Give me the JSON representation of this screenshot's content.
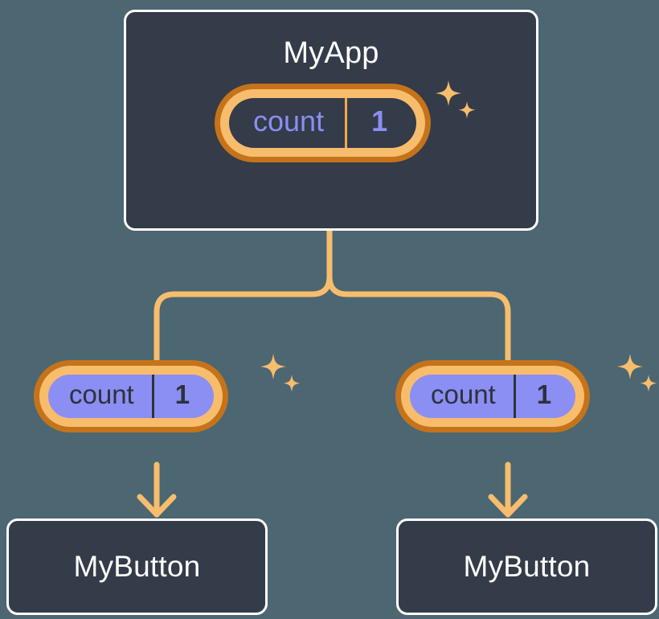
{
  "diagram": {
    "title": "component-signal-tree",
    "colors": {
      "page_background": "#4c6672",
      "card_background": "#343b49",
      "card_border": "#ffffff",
      "pill_outer_ring": "#c5731a",
      "pill_inner_ring": "#f7bd6d",
      "pill_fill_purple": "#8b8ef2",
      "signal_text_purple": "#8b8ef2",
      "connector_line": "#f7bd6d",
      "sparkle": "#f7bd6d",
      "dark_text": "#2c323e"
    }
  },
  "root": {
    "title": "MyApp",
    "signal": {
      "label": "count",
      "value": "1"
    },
    "sparkle_icon": "sparkles-icon"
  },
  "children": [
    {
      "signal": {
        "label": "count",
        "value": "1"
      },
      "component_title": "MyButton",
      "sparkle_icon": "sparkles-icon"
    },
    {
      "signal": {
        "label": "count",
        "value": "1"
      },
      "component_title": "MyButton",
      "sparkle_icon": "sparkles-icon"
    }
  ]
}
